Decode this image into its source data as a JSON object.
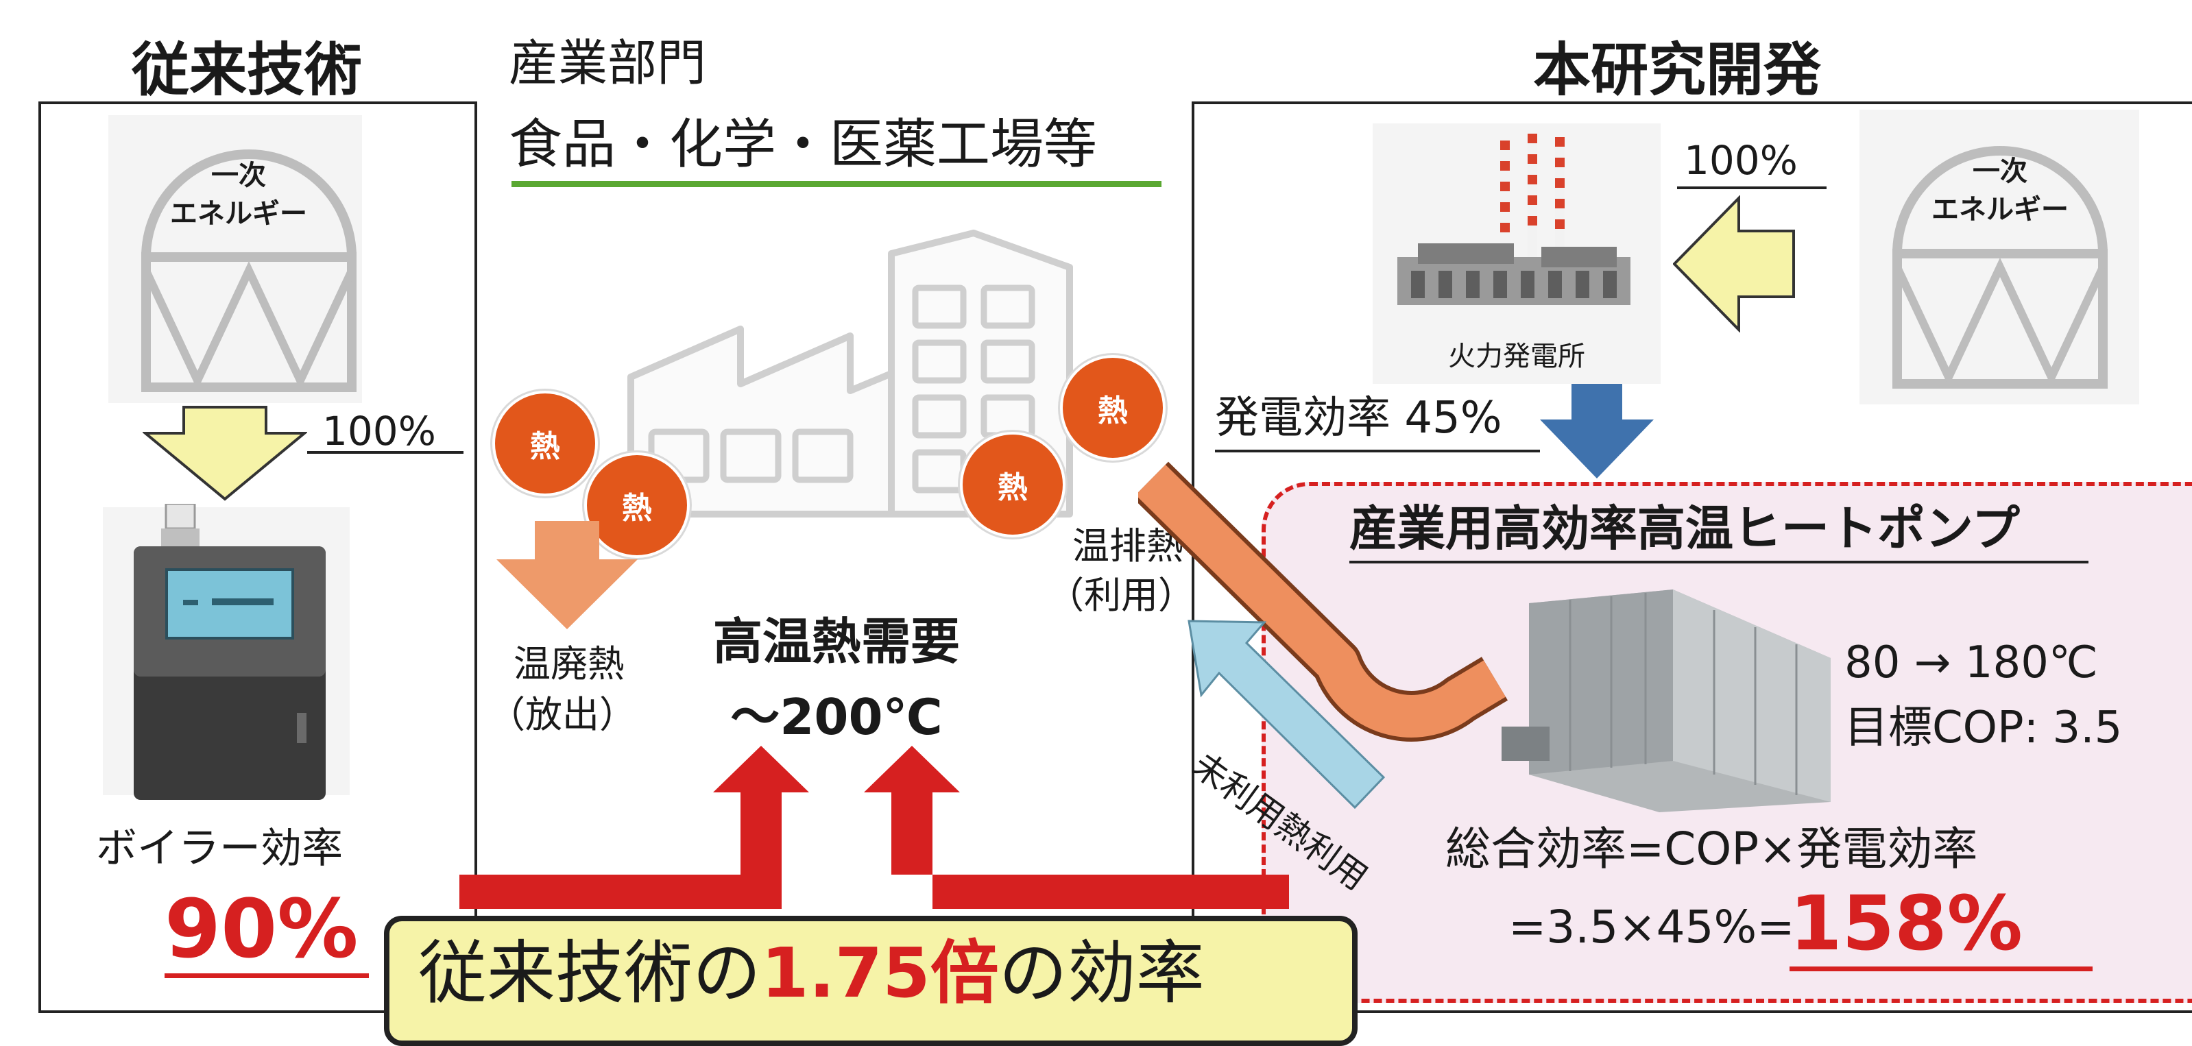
{
  "conventional": {
    "heading": "従来技術",
    "energy_label_1": "一次",
    "energy_label_2": "エネルギー",
    "input_percent": "100%",
    "boiler_label": "ボイラー効率",
    "boiler_efficiency": "90%"
  },
  "industry": {
    "sector_label": "産業部門",
    "sector_examples": "食品・化学・医薬工場等",
    "heat_symbol": "熱",
    "waste_heat_label_1": "温廃熱",
    "waste_heat_label_2": "（放出）",
    "exhaust_heat_label_1": "温排熱",
    "exhaust_heat_label_2": "（利用）",
    "demand_label_1": "高温熱需要",
    "demand_label_2": "～200℃"
  },
  "research": {
    "heading": "本研究開発",
    "energy_label_1": "一次",
    "energy_label_2": "エネルギー",
    "input_percent": "100%",
    "plant_label": "火力発電所",
    "power_efficiency": "発電効率 45%",
    "heatpump_title": "産業用高効率高温ヒートポンプ",
    "temp_range": "80 → 180℃",
    "target_cop": "目標COP: 3.5",
    "unused_heat_label": "未利用熱利用",
    "total_formula": "総合効率=COP×発電効率",
    "total_calc": "=3.5×45%=",
    "total_efficiency": "158%"
  },
  "conclusion": {
    "prefix": "従来技術の",
    "multiplier": "1.75倍",
    "suffix": "の効率"
  },
  "colors": {
    "red": "#d62020",
    "yellow_arrow": "#f6f3a8",
    "blue_arrow": "#3f72ad",
    "orange": "#e2571b",
    "light_orange": "#ee8f5e",
    "light_blue": "#a8d5e6",
    "pink_panel": "#f6e9f1",
    "green_underline": "#5aa832"
  }
}
